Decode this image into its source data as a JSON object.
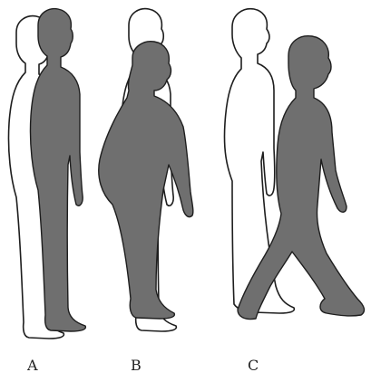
{
  "panels": [
    {
      "id": "A",
      "label": "A"
    },
    {
      "id": "B",
      "label": "B"
    },
    {
      "id": "C",
      "label": "C"
    }
  ],
  "colors": {
    "shaded_figure": "#6f6f6f",
    "outline_figure": "#ffffff",
    "stroke": "#1e1e1e",
    "background": "#ffffff"
  }
}
